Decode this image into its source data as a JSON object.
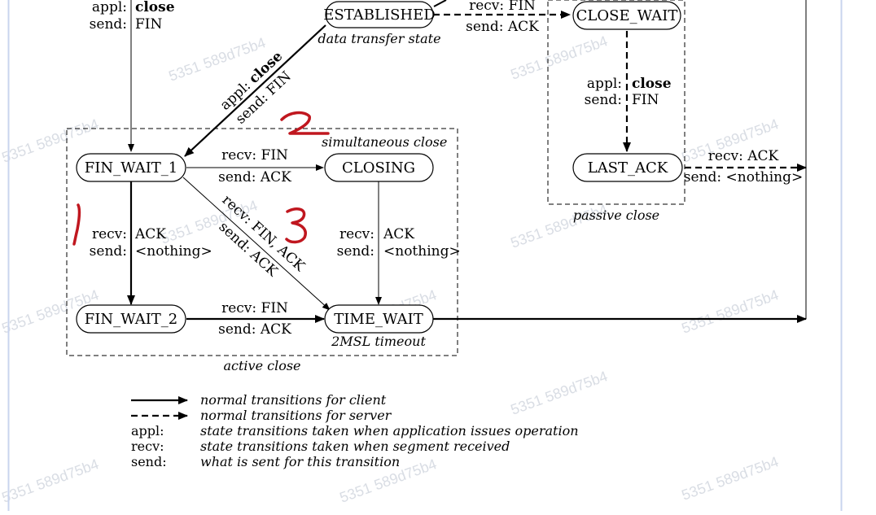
{
  "states": {
    "established": "ESTABLISHED",
    "close_wait": "CLOSE_WAIT",
    "last_ack": "LAST_ACK",
    "fin_wait_1": "FIN_WAIT_1",
    "closing": "CLOSING",
    "fin_wait_2": "FIN_WAIT_2",
    "time_wait": "TIME_WAIT"
  },
  "captions": {
    "established": "data transfer state",
    "time_wait": "2MSL timeout",
    "simultaneous": "simultaneous close",
    "active": "active close",
    "passive": "passive close"
  },
  "transitions": {
    "top_left_appl_key": "appl:",
    "top_left_appl_val": "close",
    "top_left_send_key": "send:",
    "top_left_send_val": "FIN",
    "est_cw_recv": "recv: FIN",
    "est_cw_send": "send: ACK",
    "diag_appl_key": "appl:",
    "diag_appl_val": "close",
    "diag_send": "send: FIN",
    "cw_la_appl_key": "appl:",
    "cw_la_appl_val": "close",
    "cw_la_send_key": "send:",
    "cw_la_send_val": "FIN",
    "la_recv": "recv: ACK",
    "la_send": "send: <nothing>",
    "fw1_closing_recv": "recv: FIN",
    "fw1_closing_send": "send: ACK",
    "fw1_tw_recv": "recv: FIN, ACK",
    "fw1_tw_send": "send: ACK",
    "fw1_fw2_recv_key": "recv:",
    "fw1_fw2_recv_val": "ACK",
    "fw1_fw2_send_key": "send:",
    "fw1_fw2_send_val": "<nothing>",
    "closing_tw_recv_key": "recv:",
    "closing_tw_recv_val": "ACK",
    "closing_tw_send_key": "send:",
    "closing_tw_send_val": "<nothing>",
    "fw2_tw_recv": "recv: FIN",
    "fw2_tw_send": "send: ACK"
  },
  "legend": [
    {
      "key": "",
      "text": "normal transitions for client"
    },
    {
      "key": "",
      "text": "normal transitions for server"
    },
    {
      "key": "appl:",
      "text": "state transitions taken when application issues operation"
    },
    {
      "key": "recv:",
      "text": "state transitions taken when segment received"
    },
    {
      "key": "send:",
      "text": "what is sent for this transition"
    }
  ],
  "annotations": {
    "mark_1": "1",
    "mark_2": "2",
    "mark_3": "3",
    "color": "#c0171f"
  },
  "watermark": "5351 589d75b4",
  "colors": {
    "border": "#c9d4ee",
    "line": "#000000"
  }
}
